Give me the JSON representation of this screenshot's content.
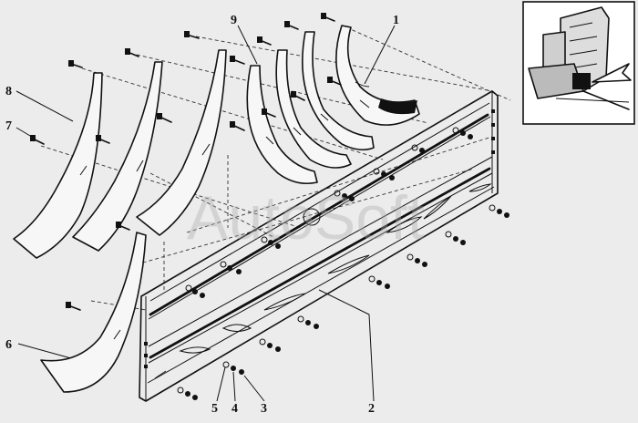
{
  "diagram": {
    "callouts": [
      {
        "id": "1",
        "label": "1"
      },
      {
        "id": "2",
        "label": "2"
      },
      {
        "id": "3",
        "label": "3"
      },
      {
        "id": "4",
        "label": "4"
      },
      {
        "id": "5",
        "label": "5"
      },
      {
        "id": "6",
        "label": "6"
      },
      {
        "id": "7",
        "label": "7"
      },
      {
        "id": "8",
        "label": "8"
      },
      {
        "id": "9",
        "label": "9"
      }
    ],
    "watermark": "AutoSoft"
  }
}
